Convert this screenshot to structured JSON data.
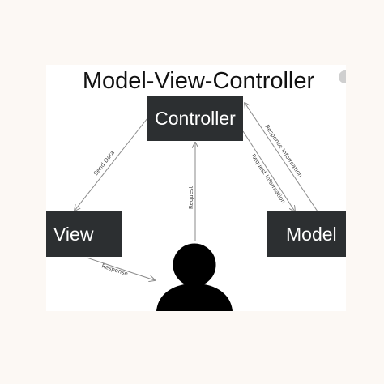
{
  "title": "Model-View-Controller",
  "nodes": {
    "controller": "Controller",
    "view": "View",
    "model": "Model"
  },
  "edges": {
    "send_data": "Send Data",
    "request": "Request",
    "response_information": "Response Information",
    "request_information": "Request Information",
    "response": "Response"
  },
  "colors": {
    "box_fill": "#2c2f31",
    "box_text": "#ffffff",
    "arrow": "#8a8a8a",
    "user": "#000000"
  },
  "icons": [
    "user-icon"
  ]
}
